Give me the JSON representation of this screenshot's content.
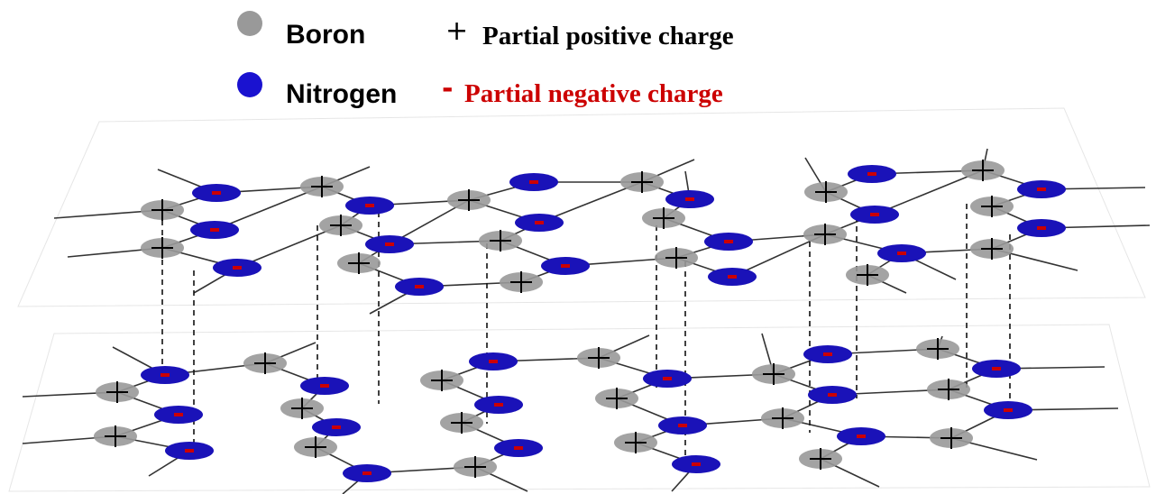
{
  "legend": {
    "boron_label": "Boron",
    "nitrogen_label": "Nitrogen",
    "positive_label": "Partial positive charge",
    "negative_label": "Partial negative charge",
    "positive_symbol": "+",
    "negative_symbol": "-"
  },
  "colors": {
    "boron": "#999999",
    "nitrogen": "#1a12b8",
    "negative": "#cc0000",
    "bond": "#333333"
  }
}
